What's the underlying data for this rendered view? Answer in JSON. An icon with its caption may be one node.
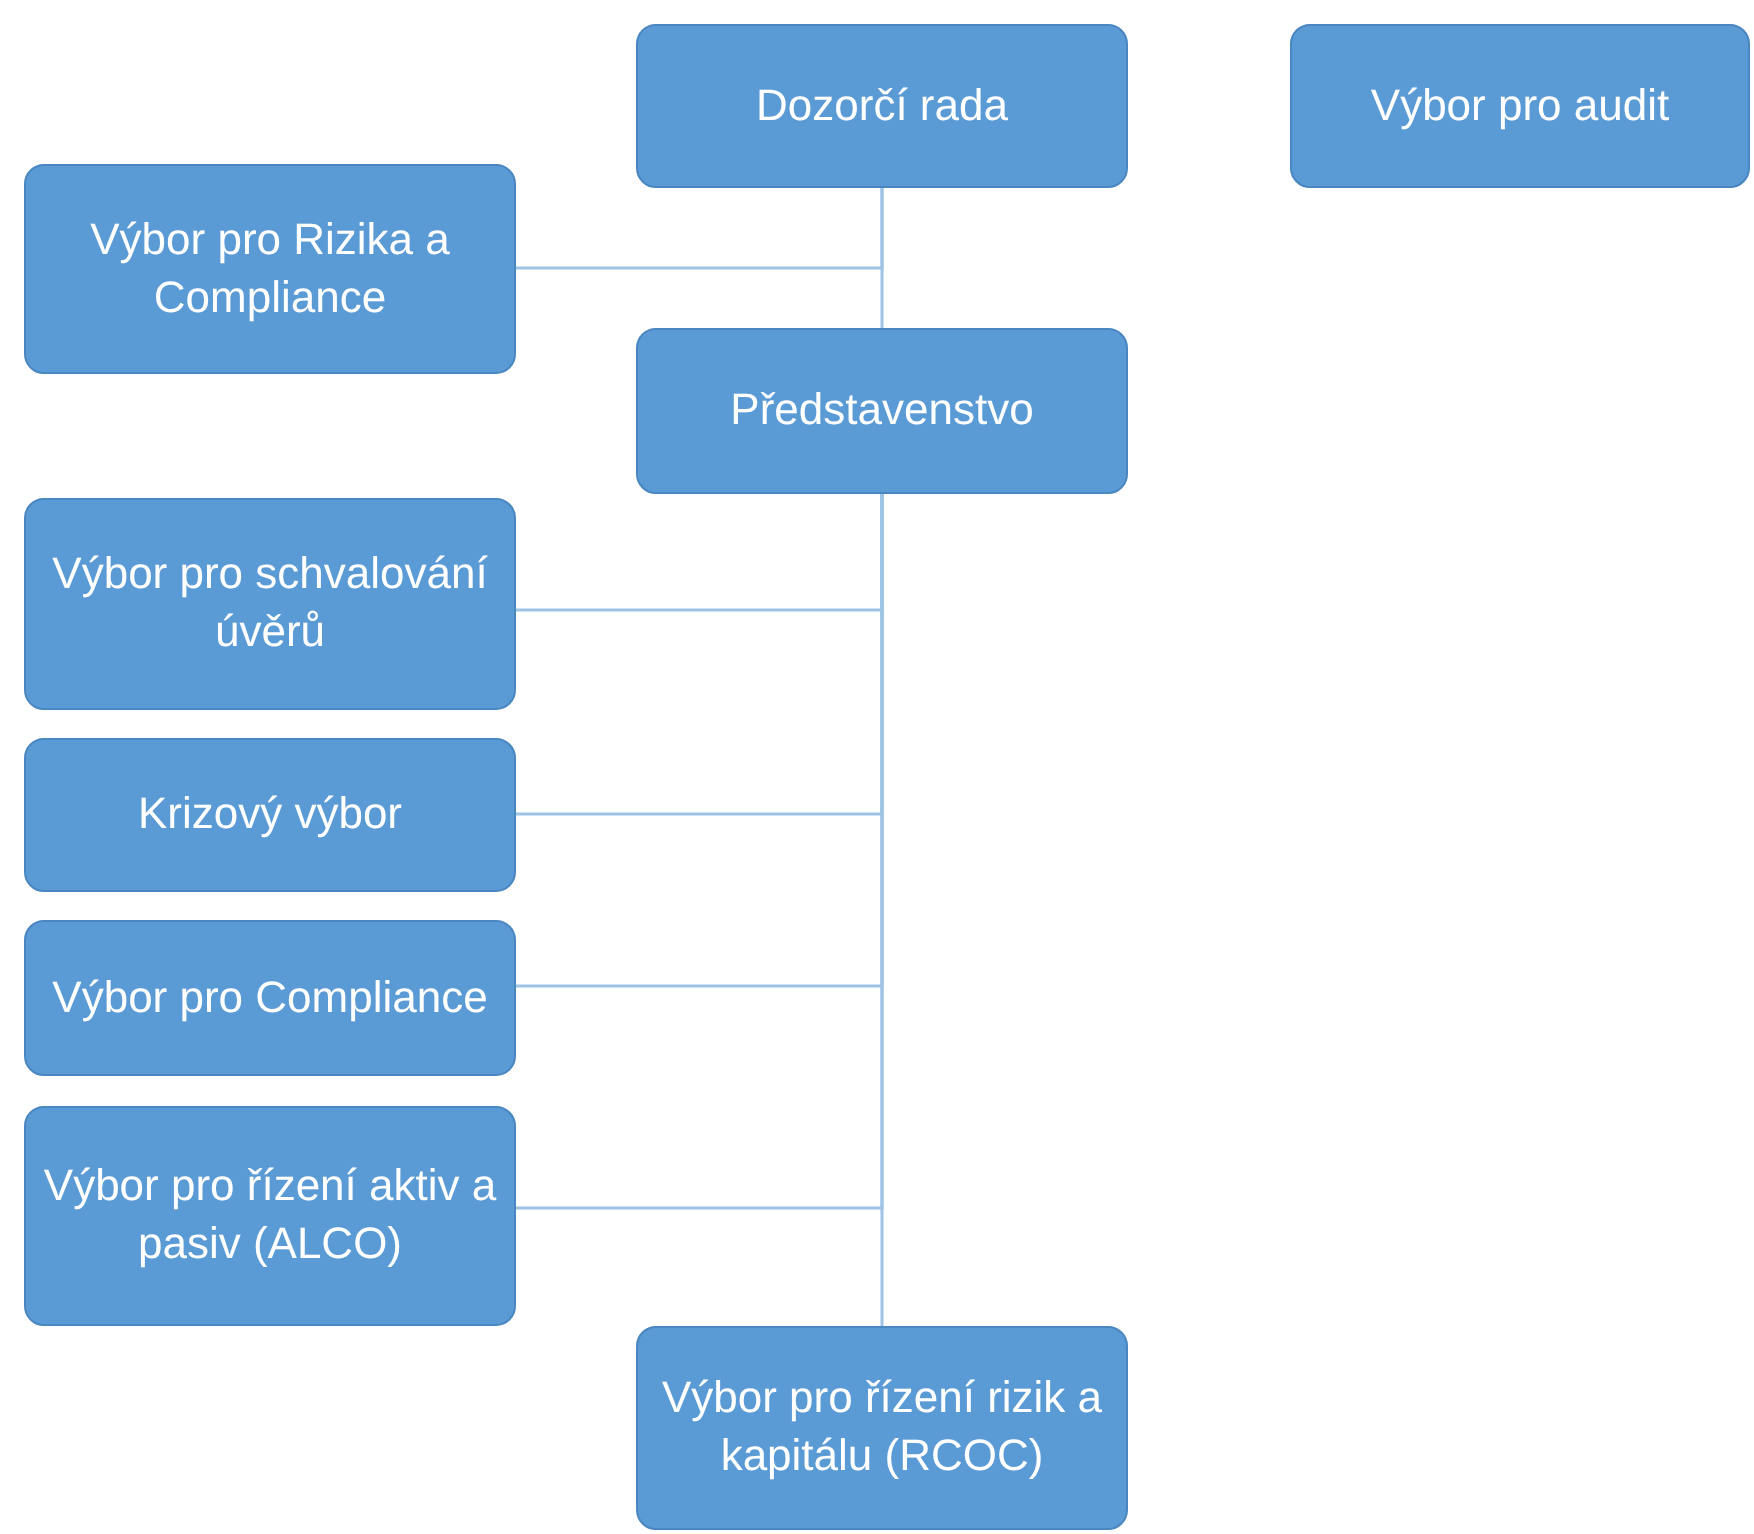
{
  "diagram": {
    "nodes": [
      {
        "text": [
          "Dozorčí rada"
        ]
      },
      {
        "text": [
          "Výbor pro audit"
        ]
      },
      {
        "text": [
          "Výbor pro Rizika a Compliance"
        ]
      },
      {
        "text": [
          "Představenstvo"
        ]
      },
      {
        "text": [
          "Výbor pro schvalování úvěrů"
        ]
      },
      {
        "text": [
          "Krizový výbor"
        ]
      },
      {
        "text": [
          "Výbor pro Compliance"
        ]
      },
      {
        "text": [
          "Výbor pro řízení aktiv a pasiv (ALCO)"
        ]
      },
      {
        "text": [
          "Výbor pro řízení rizik a kapitálu (RCOC)"
        ]
      }
    ],
    "edges": [
      {
        "from": 0,
        "to": 3,
        "arrow": "none"
      },
      {
        "from": 0,
        "to": 2,
        "arrow": "none"
      },
      {
        "from": 3,
        "to": 4,
        "arrow": "none"
      },
      {
        "from": 3,
        "to": 5,
        "arrow": "none"
      },
      {
        "from": 3,
        "to": 6,
        "arrow": "none"
      },
      {
        "from": 3,
        "to": 7,
        "arrow": "none"
      },
      {
        "from": 3,
        "to": 8,
        "arrow": "none"
      }
    ]
  }
}
